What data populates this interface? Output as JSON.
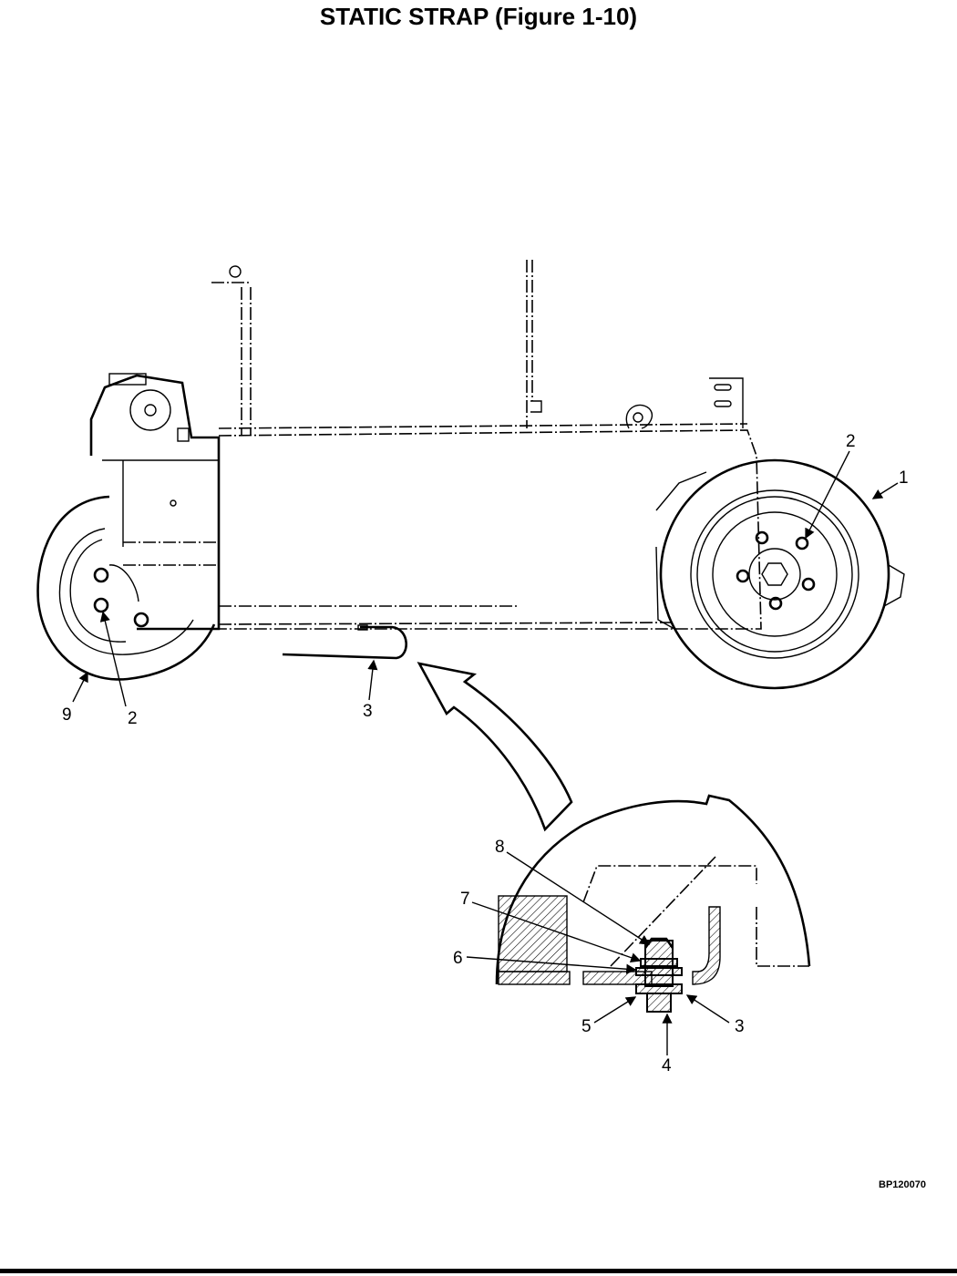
{
  "title": "STATIC STRAP (Figure 1-10)",
  "figure_id": "BP120070",
  "callouts": {
    "c1": "1",
    "c2_right": "2",
    "c2_left": "2",
    "c9": "9",
    "c3_strap": "3",
    "c8": "8",
    "c7": "7",
    "c6": "6",
    "c5": "5",
    "c4": "4",
    "c3_detail": "3"
  }
}
